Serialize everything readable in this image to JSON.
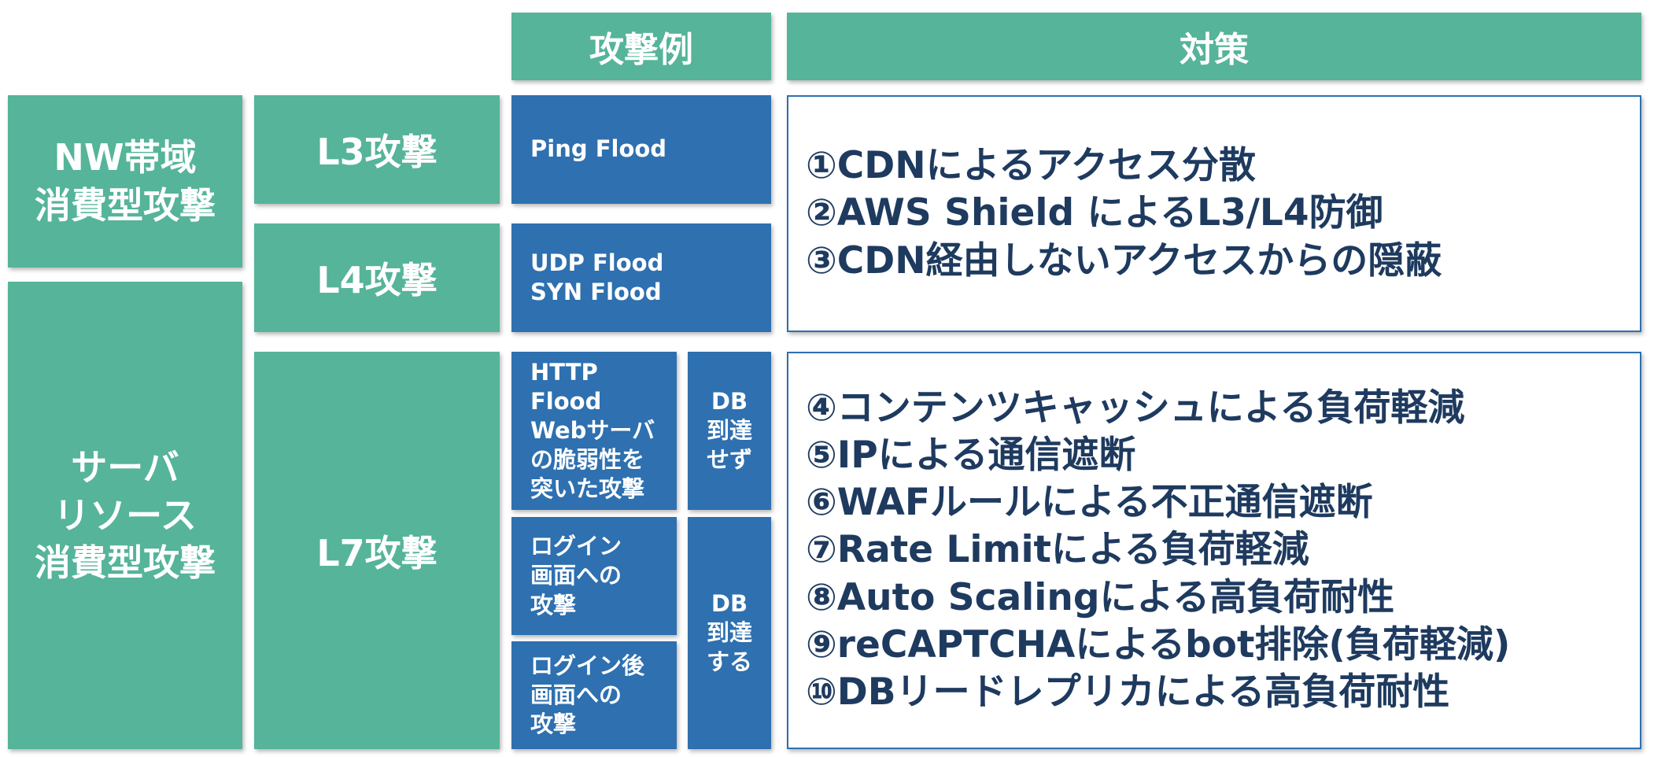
{
  "headers": {
    "attack_example": "攻撃例",
    "countermeasure": "対策"
  },
  "categories": {
    "nw_bandwidth": "NW帯域\n消費型攻撃",
    "server_resource": "サーバ\nリソース\n消費型攻撃"
  },
  "attack_layers": {
    "l3": "L3攻撃",
    "l4": "L4攻撃",
    "l7": "L7攻撃"
  },
  "examples": {
    "ping_flood": "Ping Flood",
    "udp_syn_flood": "UDP Flood\nSYN Flood",
    "http_flood": "HTTP\nFlood\nWebサーバ\nの脆弱性を\n突いた攻撃",
    "login_screen": "ログイン\n画面への\n攻撃",
    "after_login_screen": "ログイン後\n画面への\n攻撃"
  },
  "db_reach": {
    "not_reach": "DB\n到達\nせず",
    "reach": "DB\n到達\nする"
  },
  "countermeasures_l3_l4": [
    "①CDNによるアクセス分散",
    "②AWS Shield によるL3/L4防御",
    "③CDN経由しないアクセスからの隠蔽"
  ],
  "countermeasures_l7": [
    "④コンテンツキャッシュによる負荷軽減",
    "⑤IPによる通信遮断",
    "⑥WAFルールによる不正通信遮断",
    "⑦Rate Limitによる負荷軽減",
    "⑧Auto Scalingによる高負荷耐性",
    "⑨reCAPTCHAによるbot排除(負荷軽減)",
    "⑩DBリードレプリカによる高負荷耐性"
  ],
  "colors": {
    "green": "#55b499",
    "blue": "#2e70b0",
    "navy_text": "#1e3a5f"
  }
}
